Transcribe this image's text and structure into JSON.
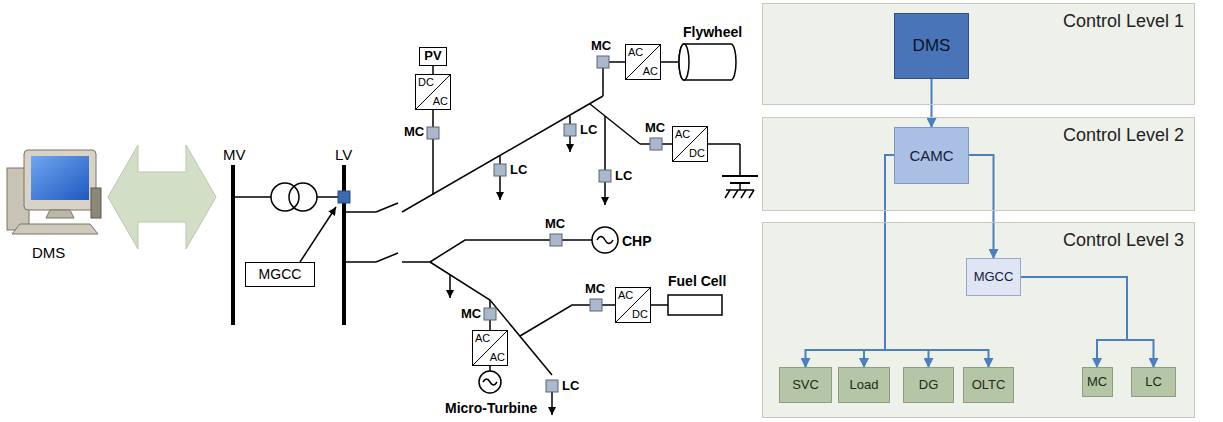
{
  "diagram": {
    "nodes": [
      {
        "text": [
          "PV"
        ]
      },
      {
        "text": [
          "DC",
          "AC"
        ]
      },
      {
        "text": [
          "AC",
          "AC"
        ]
      },
      {
        "text": [
          "AC",
          "DC"
        ]
      },
      {
        "text": [
          "AC",
          "DC"
        ]
      },
      {
        "text": [
          "AC",
          "AC"
        ]
      },
      {
        "text": [
          "MGCC"
        ]
      },
      {
        "text": [
          "Control Level 1"
        ]
      },
      {
        "text": [
          "DMS"
        ],
        "in": 7
      },
      {
        "text": [
          "Control Level 2"
        ]
      },
      {
        "text": [
          "CAMC"
        ],
        "in": 9
      },
      {
        "text": [
          "Control Level 3"
        ]
      },
      {
        "text": [
          "MGCC"
        ],
        "in": 11
      },
      {
        "text": [
          "SVC"
        ],
        "in": 11
      },
      {
        "text": [
          "Load"
        ],
        "in": 11
      },
      {
        "text": [
          "DG"
        ],
        "in": 11
      },
      {
        "text": [
          "OLTC"
        ],
        "in": 11
      },
      {
        "text": [
          "MC"
        ],
        "in": 11
      },
      {
        "text": [
          "LC"
        ],
        "in": 11
      }
    ],
    "edges": [
      {
        "from": 0,
        "to": 1,
        "arrow": "none"
      },
      {
        "from": 8,
        "to": 10,
        "arrow": "to"
      },
      {
        "from": 10,
        "to": 13,
        "arrow": "to"
      },
      {
        "from": 10,
        "to": 14,
        "arrow": "to"
      },
      {
        "from": 10,
        "to": 15,
        "arrow": "to"
      },
      {
        "from": 10,
        "to": 16,
        "arrow": "to"
      },
      {
        "from": 10,
        "to": 12,
        "arrow": "to"
      },
      {
        "from": 12,
        "to": 17,
        "arrow": "to"
      },
      {
        "from": 12,
        "to": 18,
        "arrow": "to"
      }
    ],
    "labels": [
      "DMS",
      "MV",
      "LV",
      "MC",
      "LC",
      "MC",
      "Flywheel",
      "LC",
      "MC",
      "LC",
      "MC",
      "CHP",
      "MC",
      "Fuel Cell",
      "MC",
      "Micro-Turbine",
      "LC"
    ]
  }
}
